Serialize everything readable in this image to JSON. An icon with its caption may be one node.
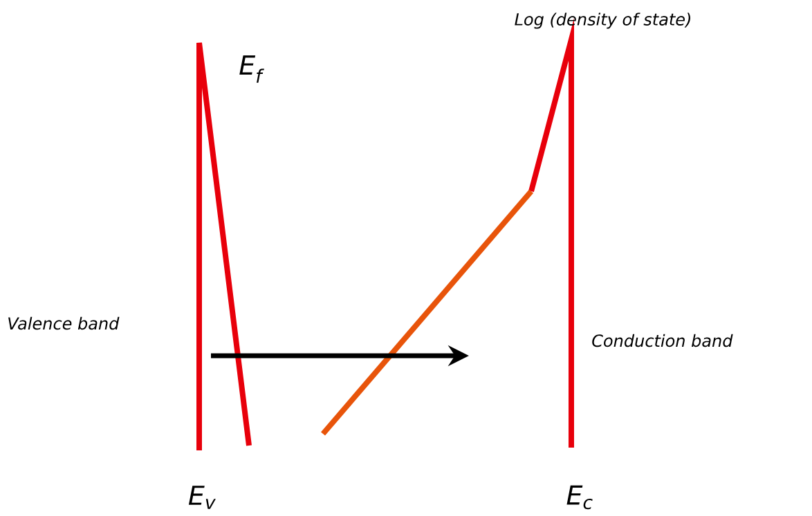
{
  "diagram": {
    "labels": [
      "Log (density of state)",
      "E$_{f}$",
      "Valence band",
      "Conduction band",
      "E$_{v}$",
      "E$_{c}$"
    ]
  }
}
